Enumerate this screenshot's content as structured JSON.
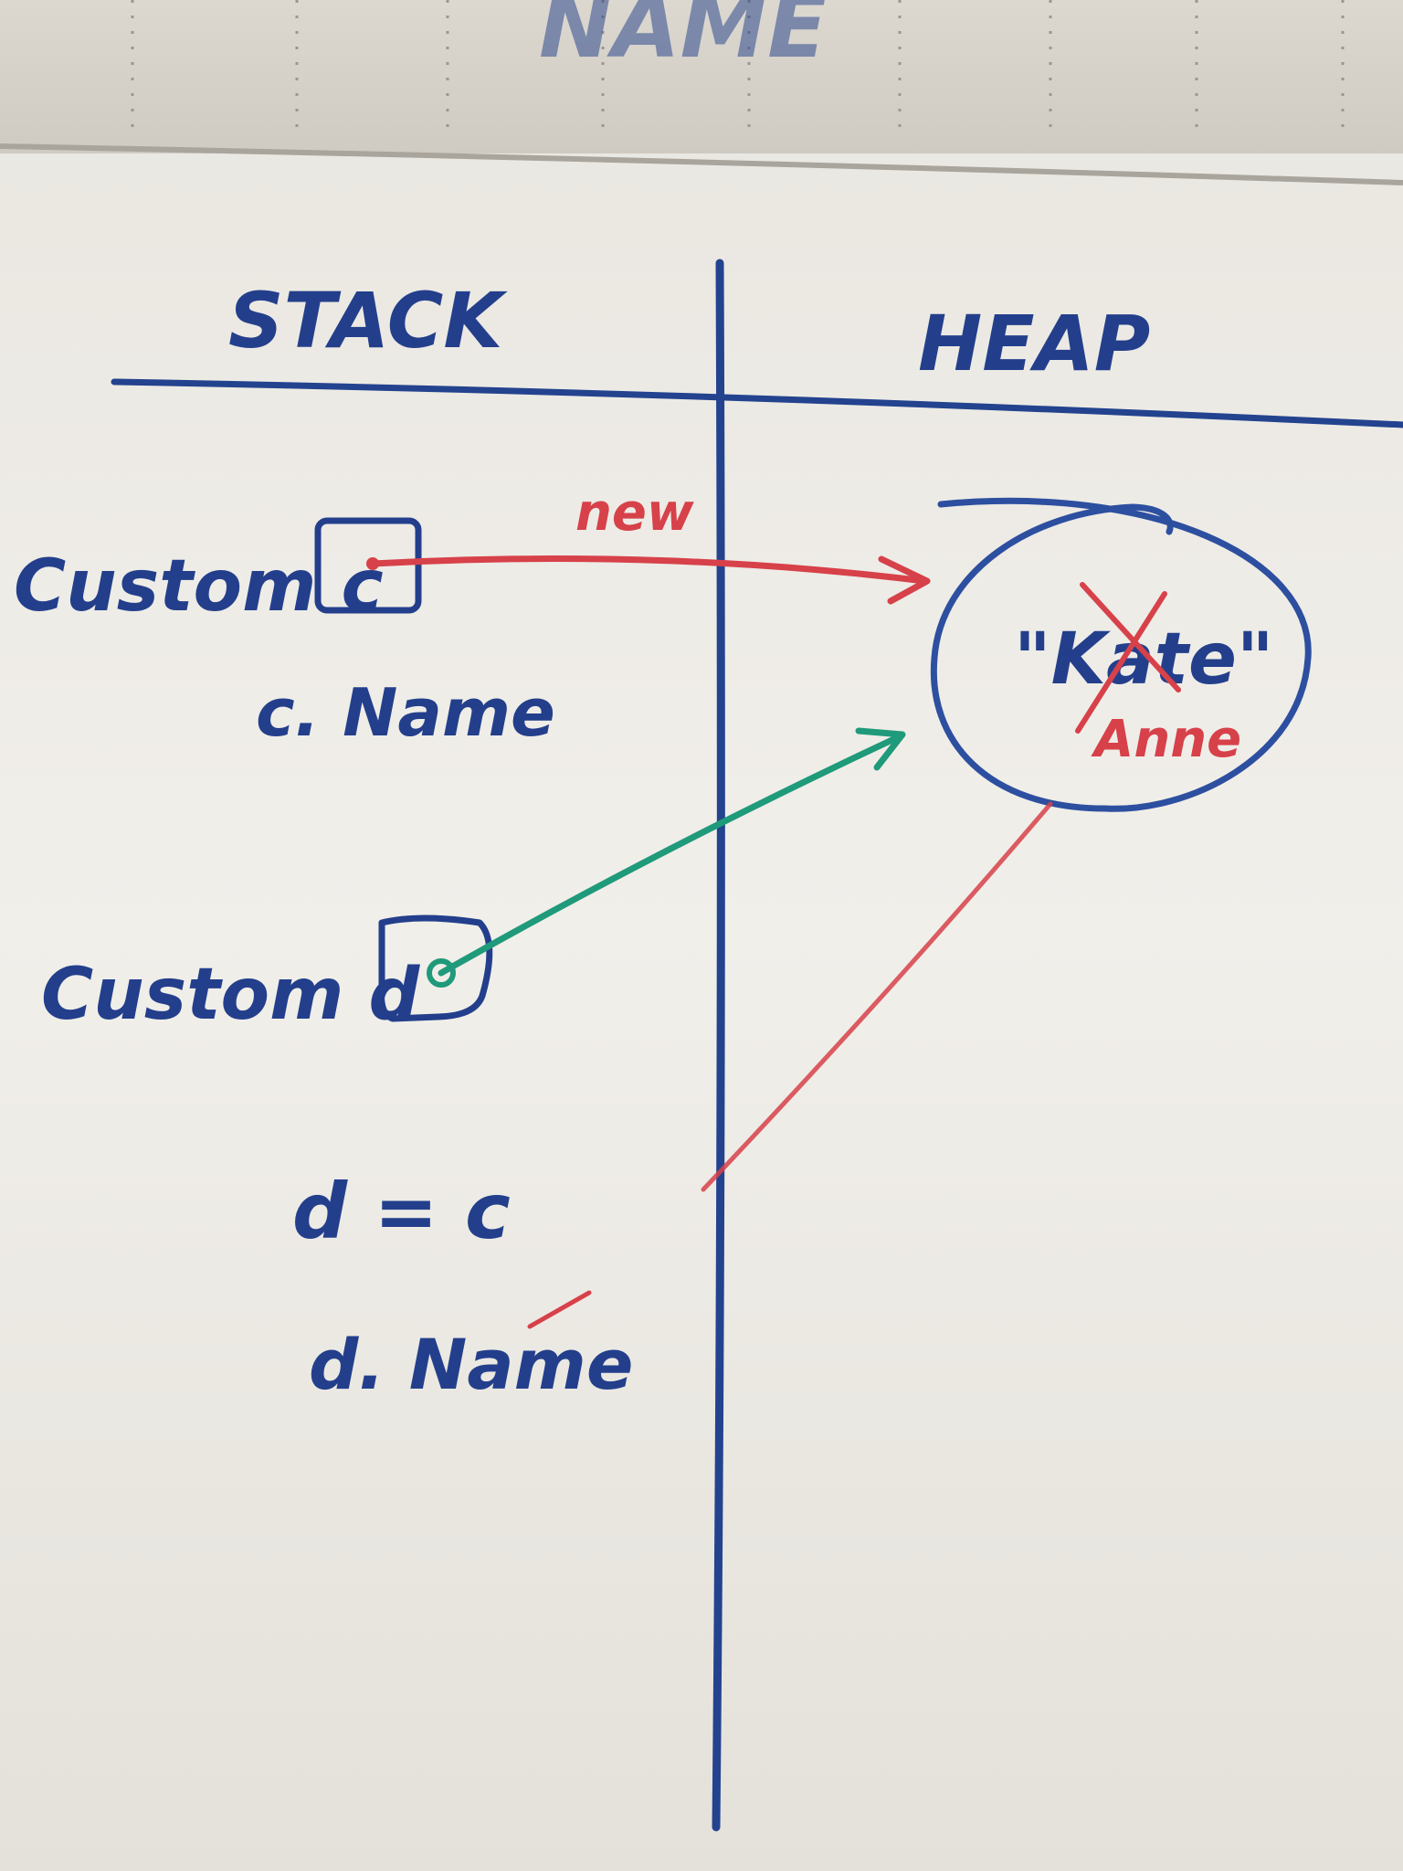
{
  "diagram": {
    "ghost_text": "NAME",
    "headers": {
      "stack": "STACK",
      "heap": "HEAP"
    },
    "stack": {
      "var_c": "Custom c",
      "c_name": "c. Name",
      "var_d": "Custom d",
      "assign": "d = c",
      "d_name": "d. Name"
    },
    "heap": {
      "object_value": "\"Kate\"",
      "new_value": "Anne"
    },
    "arrows": {
      "new_label": "new"
    }
  },
  "colors": {
    "paper": "#efece7",
    "marker_blue": "#233f8c",
    "marker_red": "#d7414a",
    "marker_green": "#1f9a7a"
  }
}
